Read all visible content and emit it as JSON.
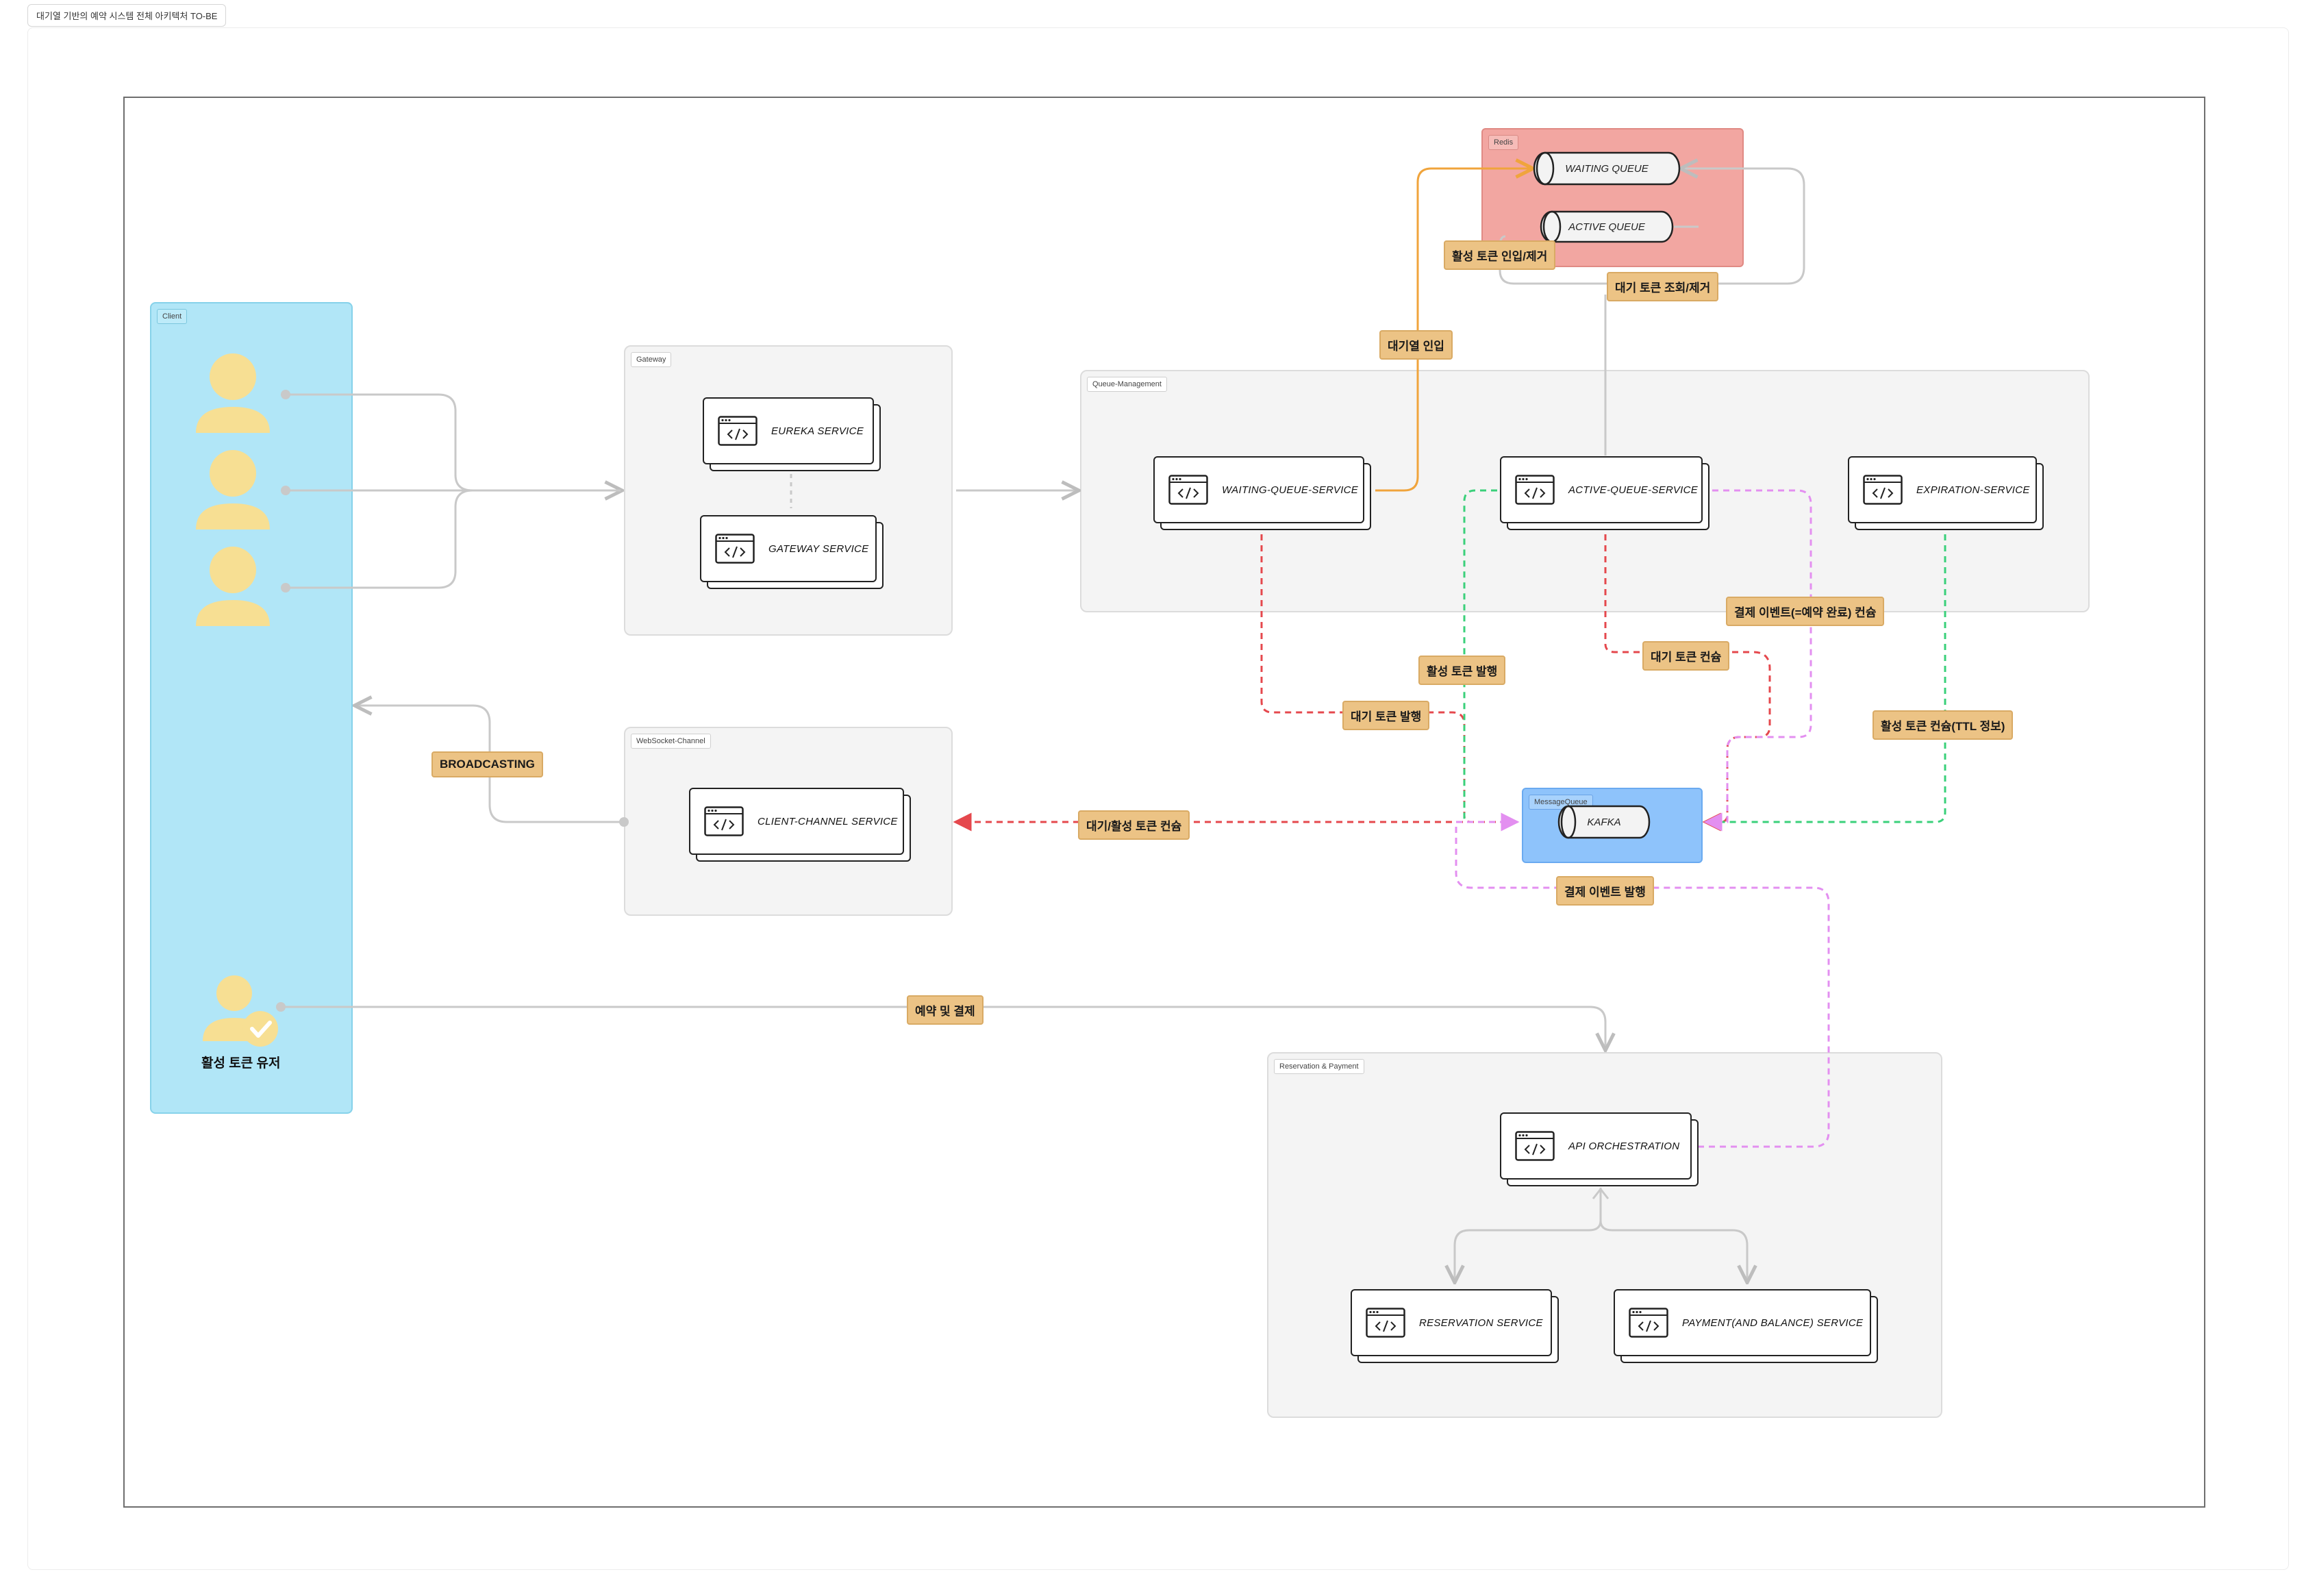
{
  "title": "대기열 기반의 예약 시스템 전체 아키텍처 TO-BE",
  "colors": {
    "client_bg": "#b1e6f7",
    "redis_bg": "#f2a6a1",
    "mq_bg": "#8ec3fb",
    "group_bg": "#f4f4f4",
    "tag_bg": "#ecc385",
    "person": "#f7df93",
    "check_badge": "#f7df93",
    "line_gray": "#c9c9c9",
    "line_orange": "#f0a43c",
    "line_red": "#e5484d",
    "line_green": "#3ad07a",
    "line_pink": "#e38ff0"
  },
  "groups": {
    "client": "Client",
    "gateway": "Gateway",
    "websocket": "WebSocket-Channel",
    "queue_mgmt": "Queue-Management",
    "redis": "Redis",
    "message_queue": "MessageQueue",
    "reservation_payment": "Reservation & Payment"
  },
  "services": {
    "eureka": "EUREKA SERVICE",
    "gateway": "GATEWAY SERVICE",
    "client_channel": "CLIENT-CHANNEL SERVICE",
    "waiting_queue": "WAITING-QUEUE-SERVICE",
    "active_queue": "ACTIVE-QUEUE-SERVICE",
    "expiration": "EXPIRATION-SERVICE",
    "api_orchestration": "API  ORCHESTRATION",
    "reservation": "RESERVATION SERVICE",
    "payment": "PAYMENT(AND BALANCE) SERVICE"
  },
  "queues": {
    "waiting": "WAITING QUEUE",
    "active": "ACTIVE QUEUE",
    "kafka": "KAFKA"
  },
  "labels": {
    "active_token_in_out": "활성 토큰 인입/제거",
    "waiting_token_lookup": "대기 토큰 조회/제거",
    "queue_enter": "대기열 인입",
    "payment_event_consume": "결제 이벤트(=예약 완료) 컨슘",
    "active_token_publish": "활성 토큰 발행",
    "waiting_token_consume": "대기 토큰 컨슘",
    "waiting_token_publish": "대기 토큰 발행",
    "active_token_consume_ttl": "활성 토큰 컨슘(TTL 정보)",
    "broadcasting": "BROADCASTING",
    "token_consume": "대기/활성 토큰 컨슘",
    "payment_event_publish": "결제 이벤트 발행",
    "reserve_and_pay": "예약 및 결제"
  },
  "client": {
    "active_user_caption": "활성 토큰 유저",
    "icons": [
      "user-icon",
      "user-icon",
      "user-icon",
      "verified-user-icon"
    ]
  }
}
